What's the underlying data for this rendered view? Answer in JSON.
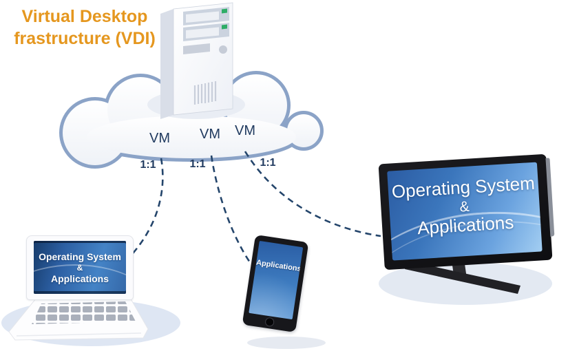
{
  "diagram": {
    "title": {
      "line1": "Virtual Desktop",
      "line2": "frastructure (VDI)"
    },
    "cloud": {
      "vms": [
        {
          "label": "VM",
          "ratio": "1:1"
        },
        {
          "label": "VM",
          "ratio": "1:1"
        },
        {
          "label": "VM",
          "ratio": "1:1"
        }
      ]
    },
    "devices": {
      "laptop": {
        "line1": "Operating System",
        "line2": "&",
        "line3": "Applications"
      },
      "tablet": {
        "line1": "Applications"
      },
      "tv": {
        "line1": "Operating System",
        "line2": "&",
        "line3": "Applications"
      }
    },
    "icons": {
      "server": "server-tower",
      "cloud": "cloud",
      "laptop": "laptop",
      "tablet": "tablet",
      "tv": "tv-monitor"
    },
    "colors": {
      "title_orange": "#E5971F",
      "cloud_border": "#8BA3C7",
      "label_navy": "#203A5F",
      "connector_navy": "#24456B",
      "screen_blue_dark": "#2A5DA4",
      "screen_blue_light": "#A3CEF2",
      "led_green": "#2EAD67",
      "shadow_blue": "#DEE6F3"
    }
  }
}
